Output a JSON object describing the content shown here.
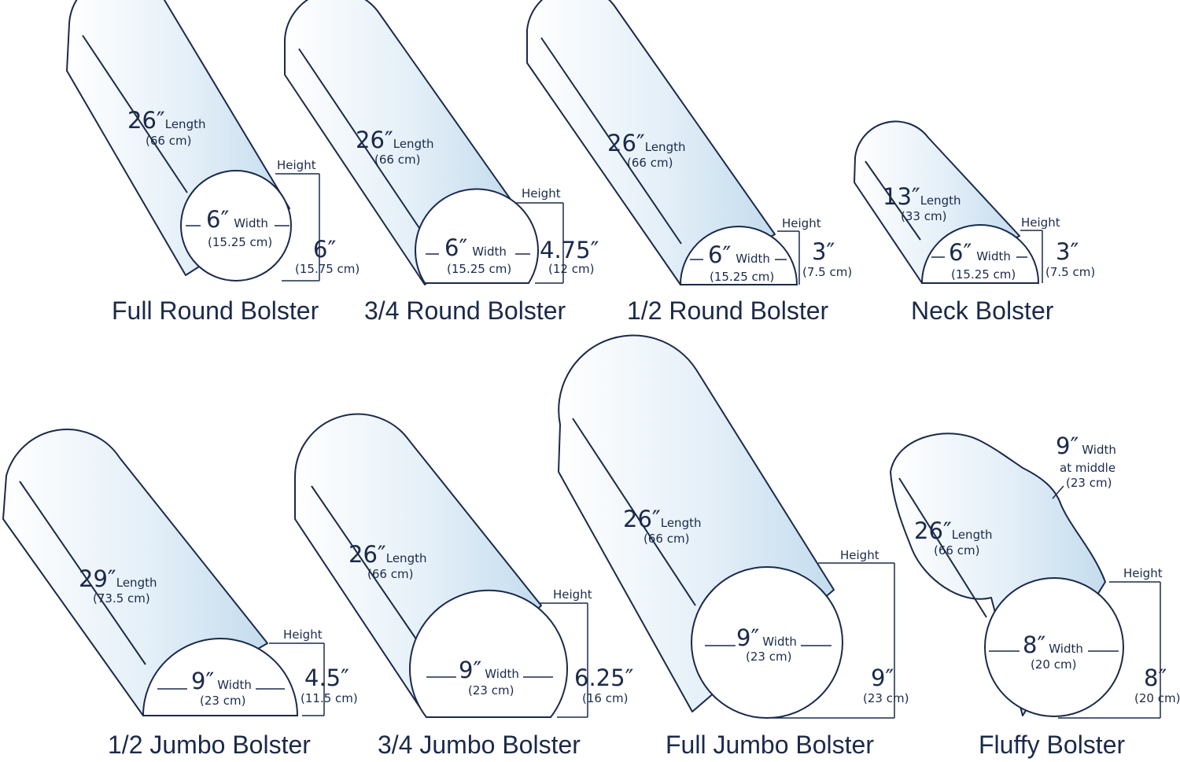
{
  "labels": {
    "length": "Length",
    "width": "Width",
    "height": "Height",
    "at_middle": "at middle"
  },
  "colors": {
    "ink": "#1b2a4a",
    "body_light": "#ffffff",
    "body_blue": "#cfe3f1",
    "background": "#ffffff"
  },
  "bolsters": [
    {
      "name": "Full Round Bolster",
      "length": "26″",
      "length_cm": "(66 cm)",
      "width": "6″",
      "width_cm": "(15.25 cm)",
      "height": "6″",
      "height_cm": "(15.75 cm)"
    },
    {
      "name": "3/4 Round Bolster",
      "length": "26″",
      "length_cm": "(66 cm)",
      "width": "6″",
      "width_cm": "(15.25 cm)",
      "height": "4.75″",
      "height_cm": "(12 cm)"
    },
    {
      "name": "1/2 Round Bolster",
      "length": "26″",
      "length_cm": "(66 cm)",
      "width": "6″",
      "width_cm": "(15.25 cm)",
      "height": "3″",
      "height_cm": "(7.5 cm)"
    },
    {
      "name": "Neck Bolster",
      "length": "13″",
      "length_cm": "(33 cm)",
      "width": "6″",
      "width_cm": "(15.25 cm)",
      "height": "3″",
      "height_cm": "(7.5 cm)"
    },
    {
      "name": "1/2 Jumbo Bolster",
      "length": "29″",
      "length_cm": "(73.5 cm)",
      "width": "9″",
      "width_cm": "(23 cm)",
      "height": "4.5″",
      "height_cm": "(11.5 cm)"
    },
    {
      "name": "3/4 Jumbo Bolster",
      "length": "26″",
      "length_cm": "(66 cm)",
      "width": "9″",
      "width_cm": "(23 cm)",
      "height": "6.25″",
      "height_cm": "(16 cm)"
    },
    {
      "name": "Full Jumbo Bolster",
      "length": "26″",
      "length_cm": "(66 cm)",
      "width": "9″",
      "width_cm": "(23 cm)",
      "height": "9″",
      "height_cm": "(23 cm)"
    },
    {
      "name": "Fluffy Bolster",
      "length": "26″",
      "length_cm": "(66 cm)",
      "width": "8″",
      "width_cm": "(20 cm)",
      "height": "8″",
      "height_cm": "(20 cm)",
      "middle_width": "9″",
      "middle_width_cm": "(23 cm)"
    }
  ]
}
